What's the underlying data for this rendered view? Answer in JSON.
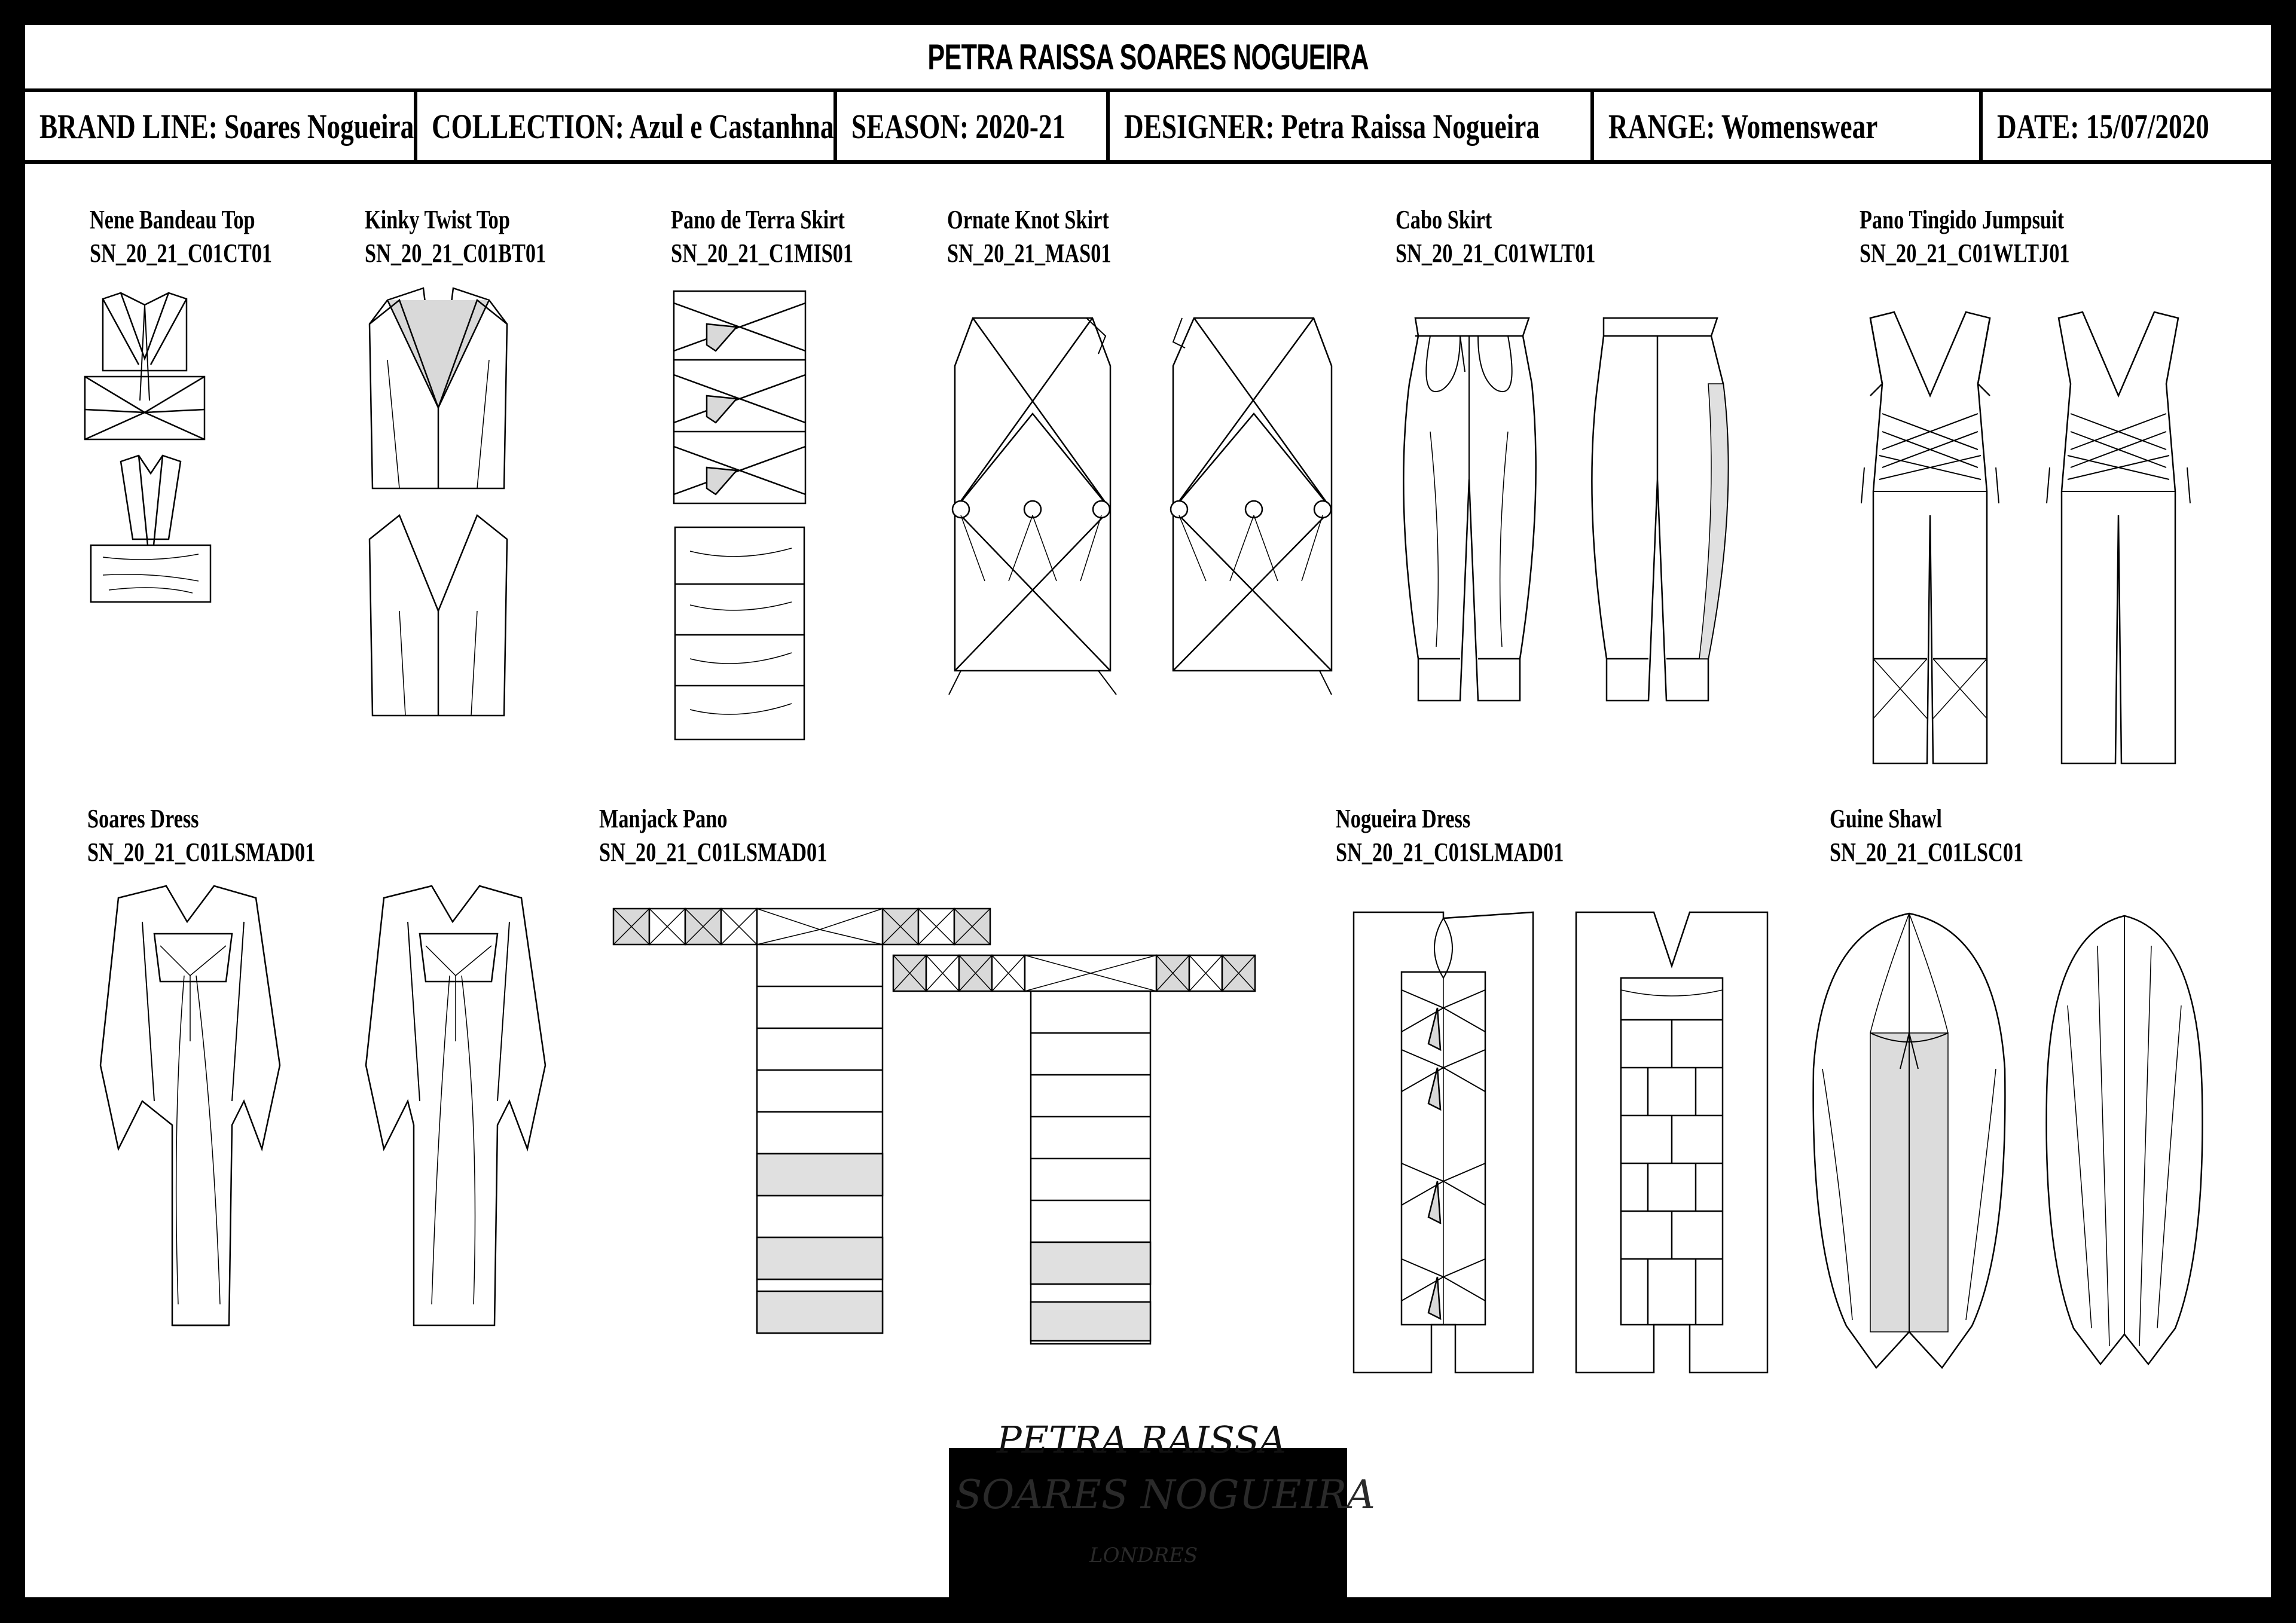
{
  "header": {
    "title": "PETRA RAISSA SOARES NOGUEIRA"
  },
  "info": {
    "brand_line": "BRAND LINE: Soares Nogueira",
    "collection": "COLLECTION: Azul e Castanhna",
    "season": "SEASON: 2020-21",
    "designer": "DESIGNER: Petra Raissa Nogueira",
    "range": "RANGE: Womenswear",
    "date": "DATE: 15/07/2020"
  },
  "garments": [
    {
      "name": "Nene Bandeau Top",
      "code": "SN_20_21_C01CT01"
    },
    {
      "name": "Kinky Twist Top",
      "code": "SN_20_21_C01BT01"
    },
    {
      "name": "Pano de Terra Skirt",
      "code": "SN_20_21_C1MIS01"
    },
    {
      "name": "Ornate Knot Skirt",
      "code": "SN_20_21_MAS01"
    },
    {
      "name": "Cabo Skirt",
      "code": "SN_20_21_C01WLT01"
    },
    {
      "name": "Pano Tingido Jumpsuit",
      "code": "SN_20_21_C01WLTJ01"
    },
    {
      "name": "Soares Dress",
      "code": "SN_20_21_C01LSMAD01"
    },
    {
      "name": "Manjack Pano",
      "code": "SN_20_21_C01LSMAD01"
    },
    {
      "name": "Nogueira Dress",
      "code": "SN_20_21_C01SLMAD01"
    },
    {
      "name": "Guine Shawl",
      "code": "SN_20_21_C01LSC01"
    }
  ],
  "logo": {
    "line1": "PETRA RAISSA",
    "line2": "SOARES NOGUEIRA",
    "line3": "LONDRES"
  }
}
